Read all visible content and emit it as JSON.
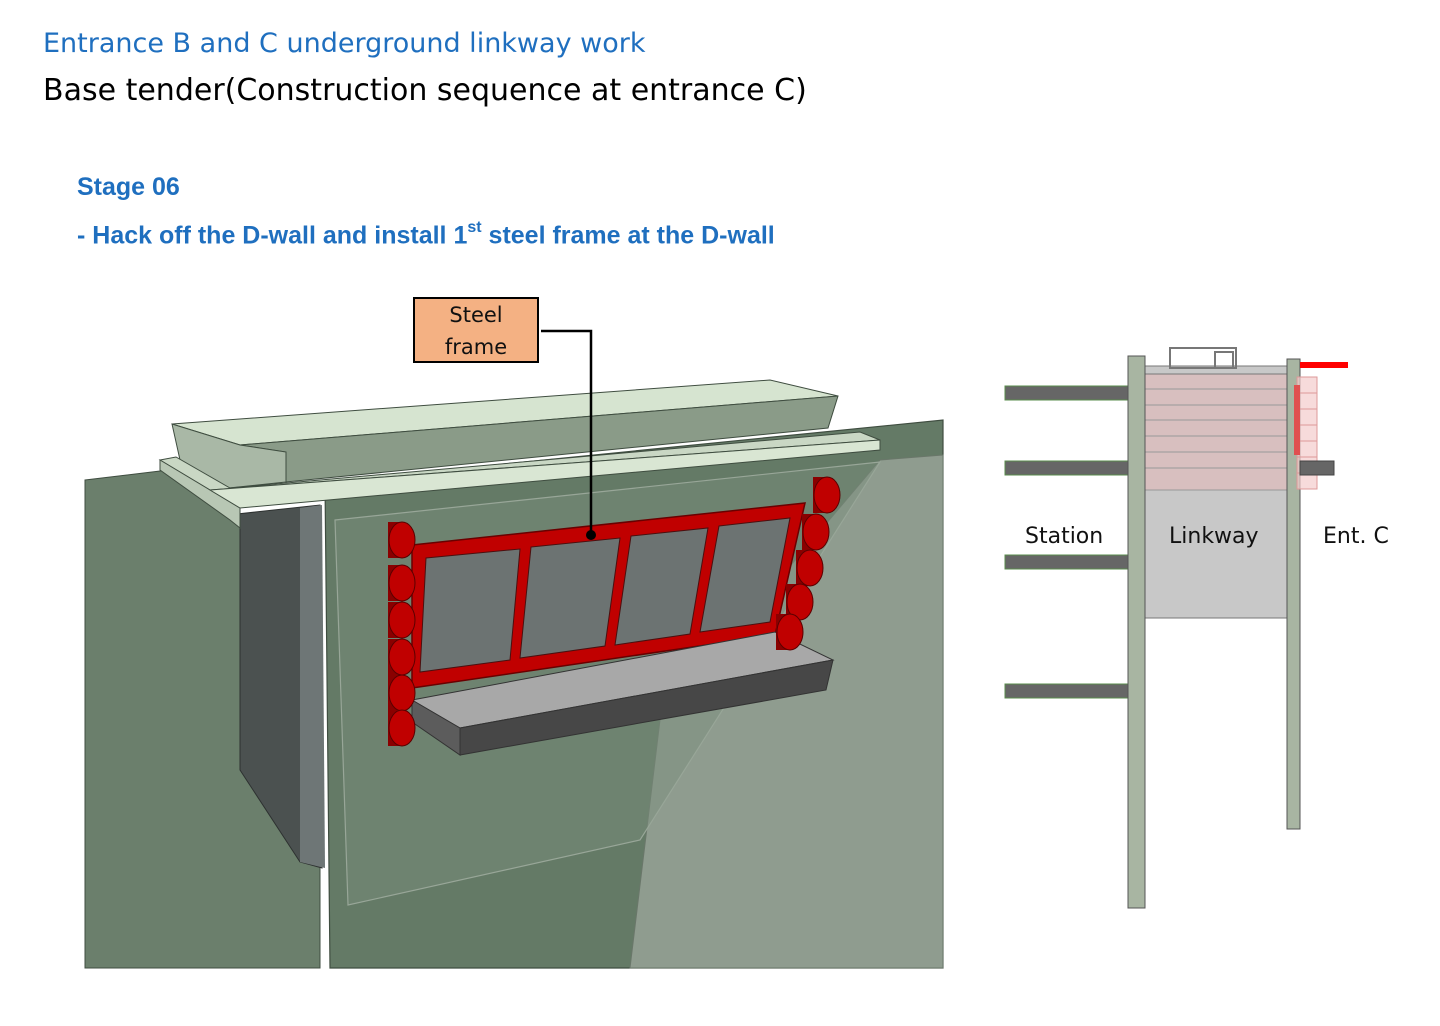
{
  "header": {
    "title": "Entrance B and C underground linkway work",
    "subtitle": "Base tender(Construction sequence at entrance C)"
  },
  "stage": {
    "title": "Stage 06",
    "description_prefix": "- Hack off the D-wall and install 1",
    "description_sup": "st",
    "description_suffix": " steel frame at the D-wall"
  },
  "callout": {
    "label": "Steel\nframe"
  },
  "section": {
    "labels": {
      "station": "Station",
      "linkway": "Linkway",
      "entrance": "Ent. C"
    }
  },
  "colors": {
    "title_blue": "#1f6fbf",
    "wall_green": "#6b7f6c",
    "steel_red": "#c00000",
    "callout_fill": "#f4b183",
    "section_wall": "#a8b5a2",
    "linkway_grey": "#c8c8c8",
    "strut_grey": "#666666",
    "marker_red": "#ff0000"
  }
}
